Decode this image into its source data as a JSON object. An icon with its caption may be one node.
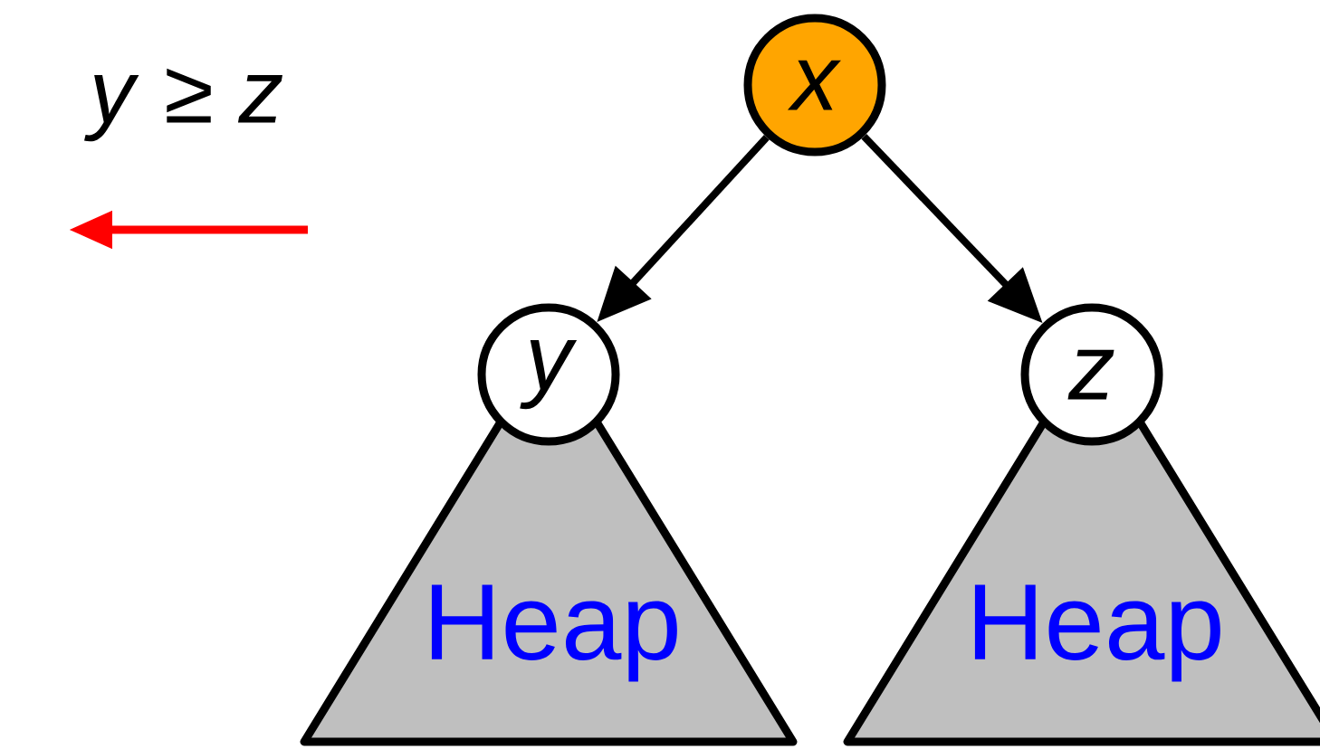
{
  "diagram": {
    "nodes": [
      {
        "text": [
          "x"
        ]
      },
      {
        "text": [
          "y"
        ]
      },
      {
        "text": [
          "z"
        ]
      },
      {
        "text": [
          "Heap"
        ]
      },
      {
        "text": [
          "Heap"
        ]
      }
    ],
    "edges": [
      {
        "from": 0,
        "to": 1,
        "arrow": "to"
      },
      {
        "from": 0,
        "to": 2,
        "arrow": "to"
      }
    ],
    "labels": [
      "*y* ≥ *z*"
    ]
  }
}
